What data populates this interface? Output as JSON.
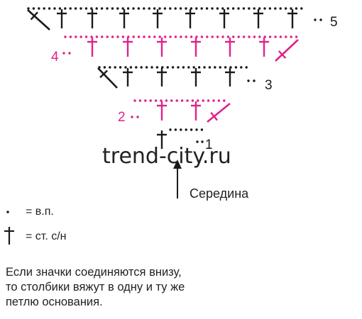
{
  "colors": {
    "black": "#1a1a1a",
    "pink": "#e0218a"
  },
  "diagram": {
    "watermark": "trend-city.ru",
    "center_label": "Середина",
    "rows": [
      {
        "label": "5",
        "color": "black"
      },
      {
        "label": "4",
        "color": "pink"
      },
      {
        "label": "3",
        "color": "black"
      },
      {
        "label": "2",
        "color": "pink"
      },
      {
        "label": "1",
        "color": "black"
      }
    ]
  },
  "legend": {
    "chain_symbol_icon": "dot-icon",
    "chain_text": "= в.п.",
    "dc_symbol_icon": "double-crochet-icon",
    "dc_text": "= ст. с/н"
  },
  "note": {
    "lines": [
      "Если значки соединяются внизу,",
      "то столбики вяжут в одну и ту же",
      "петлю основания."
    ]
  }
}
